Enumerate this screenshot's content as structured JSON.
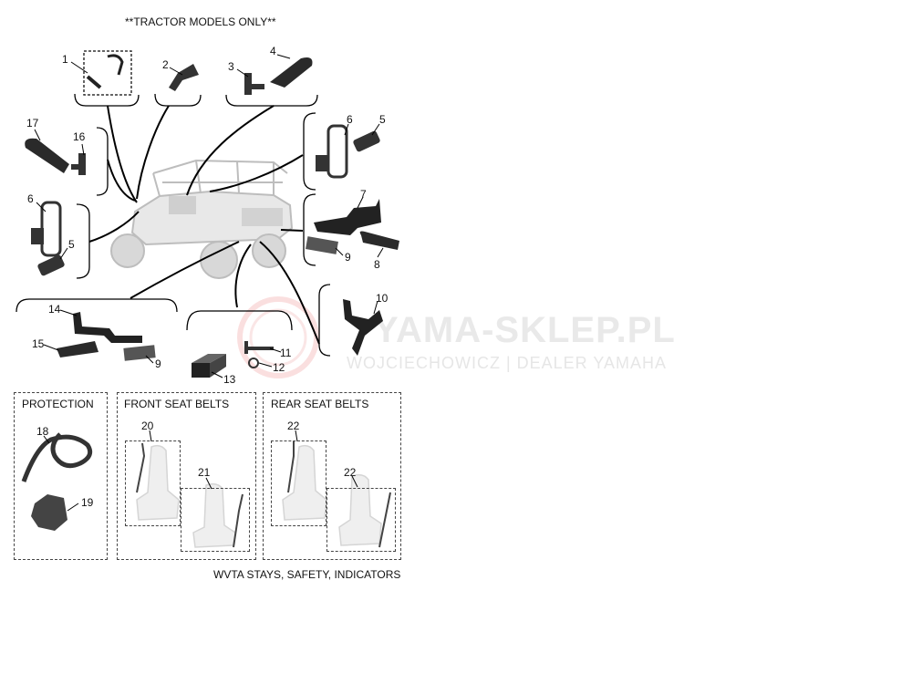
{
  "header_note": "**TRACTOR MODELS ONLY**",
  "footer_title": "WVTA STAYS, SAFETY, INDICATORS",
  "watermark": {
    "brand": "YAMA-SKLEP.PL",
    "tagline": "WOJCIECHOWICZ | DEALER YAMAHA"
  },
  "sections": {
    "protection": "PROTECTION",
    "front_seat_belts": "FRONT SEAT BELTS",
    "rear_seat_belts": "REAR SEAT BELTS"
  },
  "callouts": [
    "1",
    "2",
    "3",
    "4",
    "5",
    "6",
    "7",
    "8",
    "9",
    "10",
    "11",
    "12",
    "13",
    "14",
    "15",
    "16",
    "17",
    "18",
    "19",
    "20",
    "21",
    "22"
  ]
}
